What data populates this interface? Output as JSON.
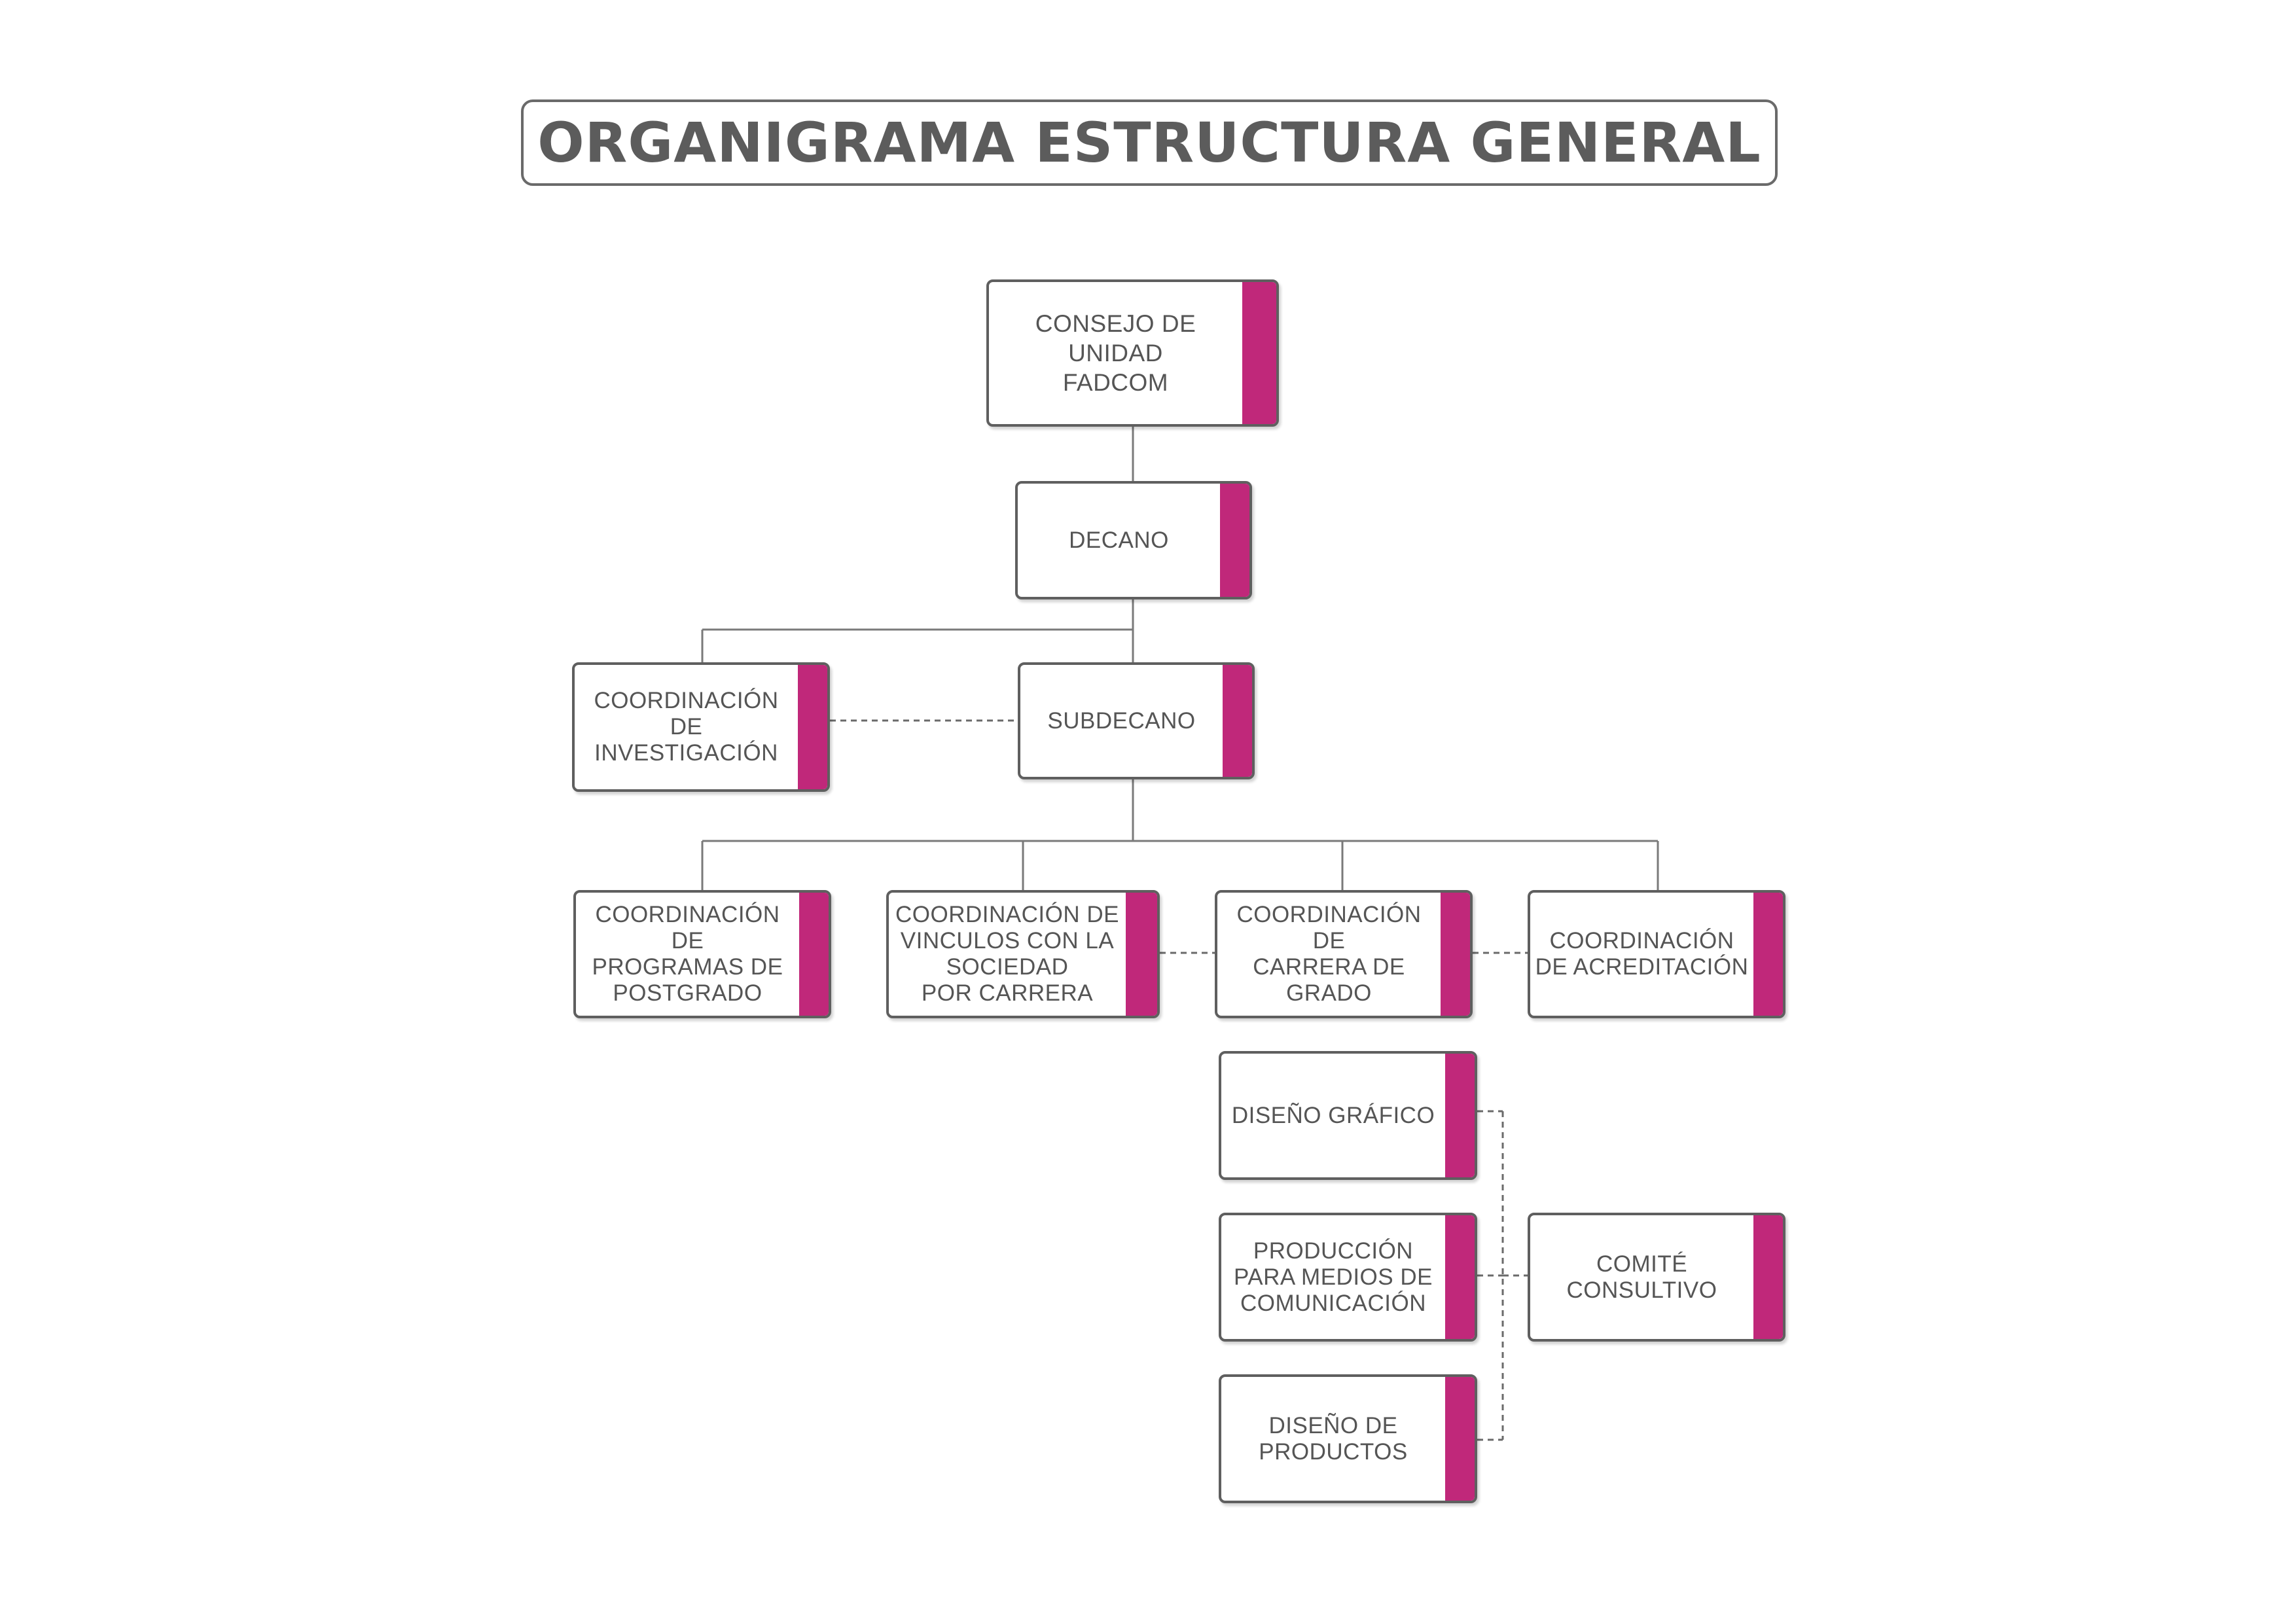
{
  "title": "ORGANIGRAMA ESTRUCTURA GENERAL",
  "accent_color": "#c0287a",
  "border_color": "#5f5f5f",
  "nodes": {
    "consejo": "CONSEJO DE\nUNIDAD\nFADCOM",
    "decano": "DECANO",
    "investigacion": "COORDINACIÓN DE\nINVESTIGACIÓN",
    "subdecano": "SUBDECANO",
    "postgrado": "COORDINACIÓN DE\nPROGRAMAS DE\nPOSTGRADO",
    "vinculos": "COORDINACIÓN DE\nVINCULOS CON LA\nSOCIEDAD\nPOR CARRERA",
    "carrera": "COORDINACIÓN DE\nCARRERA DE\nGRADO",
    "acreditacion": "COORDINACIÓN\nDE ACREDITACIÓN",
    "diseno_grafico": "DISEÑO GRÁFICO",
    "produccion": "PRODUCCIÓN\nPARA MEDIOS DE\nCOMUNICACIÓN",
    "diseno_productos": "DISEÑO DE\nPRODUCTOS",
    "comite": "COMITÉ\nCONSULTIVO"
  }
}
